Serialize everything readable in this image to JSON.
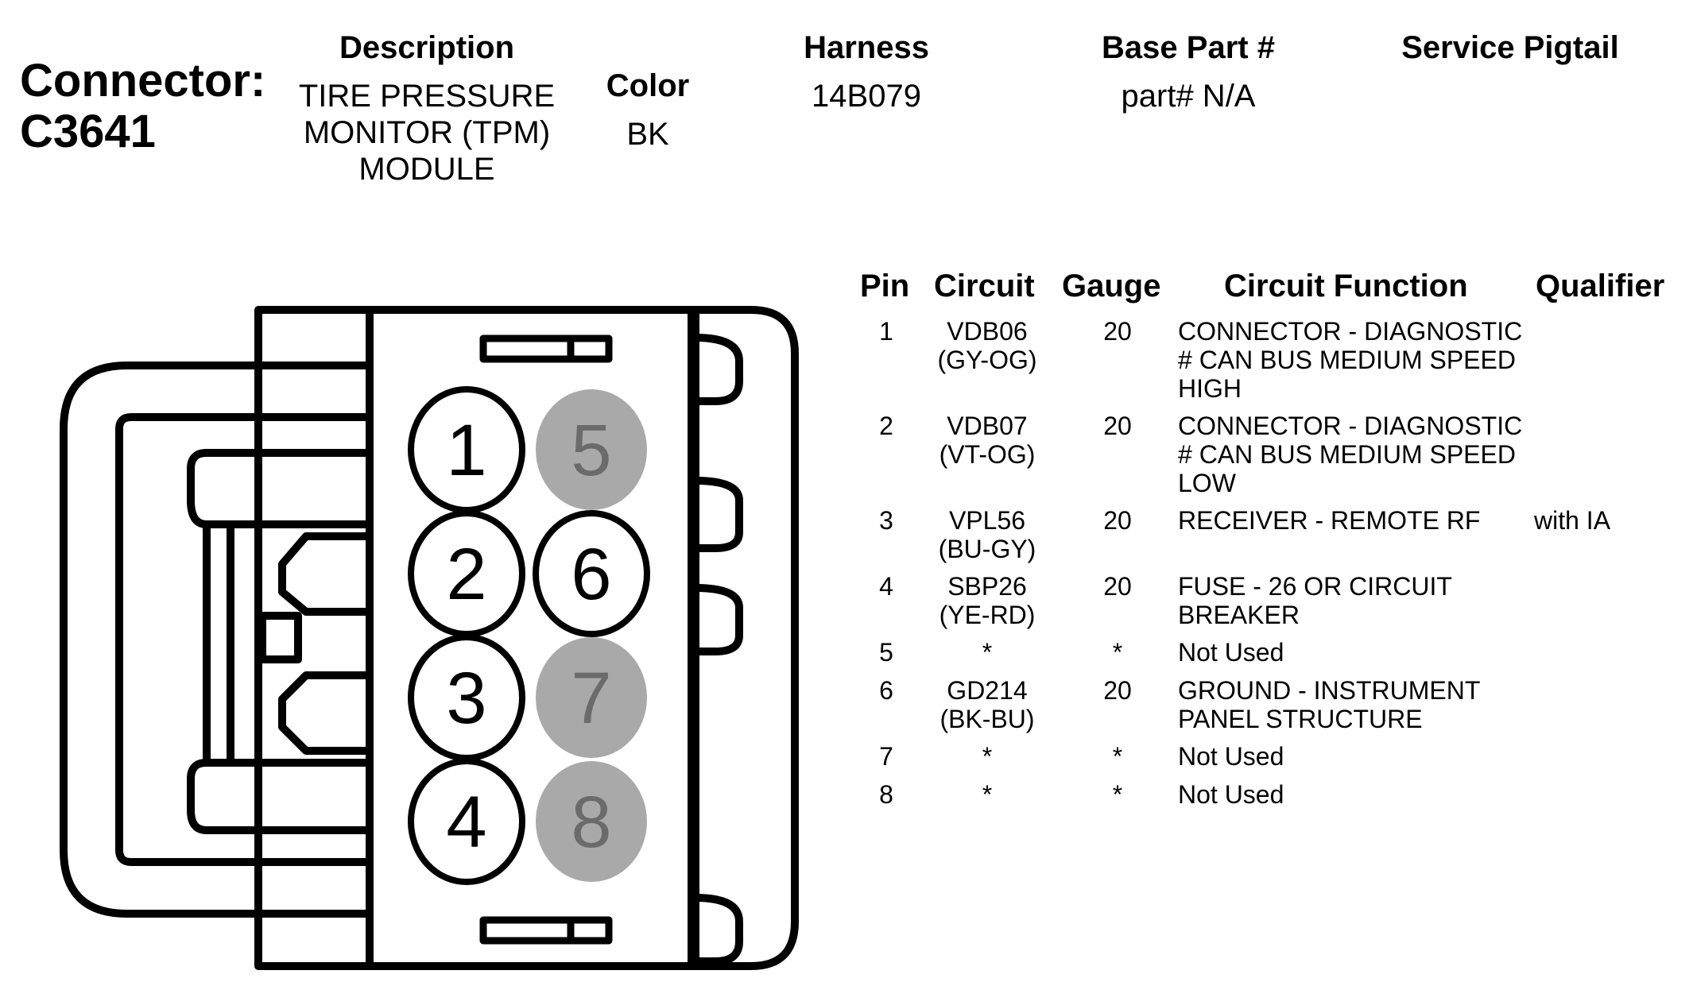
{
  "connector": {
    "label": "Connector:",
    "id": "C3641"
  },
  "header": {
    "description": {
      "heading": "Description",
      "lines": [
        "TIRE PRESSURE",
        "MONITOR (TPM)",
        "MODULE"
      ]
    },
    "color": {
      "heading": "Color",
      "value": "BK"
    },
    "harness": {
      "heading": "Harness",
      "value": "14B079"
    },
    "base_part": {
      "heading": "Base Part #",
      "value": "part# N/A"
    },
    "service_pigtail": {
      "heading": "Service Pigtail",
      "value": ""
    }
  },
  "diagram": {
    "pins": [
      {
        "number": "1",
        "used": true
      },
      {
        "number": "2",
        "used": true
      },
      {
        "number": "3",
        "used": true
      },
      {
        "number": "4",
        "used": true
      },
      {
        "number": "5",
        "used": false
      },
      {
        "number": "6",
        "used": true
      },
      {
        "number": "7",
        "used": false
      },
      {
        "number": "8",
        "used": false
      }
    ],
    "colors": {
      "outline": "#000000",
      "unused_fill": "#a9a9a9",
      "unused_text": "#6b6b6b"
    }
  },
  "table": {
    "headers": {
      "pin": "Pin",
      "circuit": "Circuit",
      "gauge": "Gauge",
      "function": "Circuit Function",
      "qualifier": "Qualifier"
    },
    "rows": [
      {
        "pin": "1",
        "circuit": [
          "VDB06",
          "(GY-OG)"
        ],
        "gauge": "20",
        "function": [
          "CONNECTOR - DIAGNOSTIC",
          "# CAN BUS MEDIUM SPEED",
          "HIGH"
        ],
        "qualifier": ""
      },
      {
        "pin": "2",
        "circuit": [
          "VDB07",
          "(VT-OG)"
        ],
        "gauge": "20",
        "function": [
          "CONNECTOR - DIAGNOSTIC",
          "# CAN BUS MEDIUM SPEED",
          "LOW"
        ],
        "qualifier": ""
      },
      {
        "pin": "3",
        "circuit": [
          "VPL56",
          "(BU-GY)"
        ],
        "gauge": "20",
        "function": [
          "RECEIVER - REMOTE RF"
        ],
        "qualifier": "with IA"
      },
      {
        "pin": "4",
        "circuit": [
          "SBP26",
          "(YE-RD)"
        ],
        "gauge": "20",
        "function": [
          "FUSE - 26 OR CIRCUIT",
          "BREAKER"
        ],
        "qualifier": ""
      },
      {
        "pin": "5",
        "circuit": [
          "*"
        ],
        "gauge": "*",
        "function": [
          "Not Used"
        ],
        "qualifier": ""
      },
      {
        "pin": "6",
        "circuit": [
          "GD214",
          "(BK-BU)"
        ],
        "gauge": "20",
        "function": [
          "GROUND - INSTRUMENT",
          "PANEL STRUCTURE"
        ],
        "qualifier": ""
      },
      {
        "pin": "7",
        "circuit": [
          "*"
        ],
        "gauge": "*",
        "function": [
          "Not Used"
        ],
        "qualifier": ""
      },
      {
        "pin": "8",
        "circuit": [
          "*"
        ],
        "gauge": "*",
        "function": [
          "Not Used"
        ],
        "qualifier": ""
      }
    ]
  }
}
